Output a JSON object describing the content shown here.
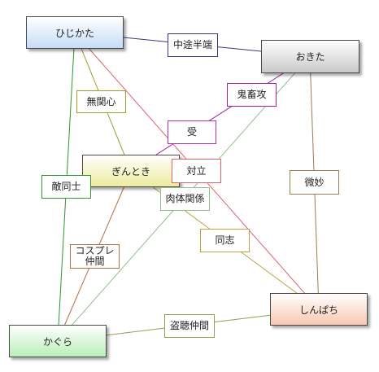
{
  "nodes": {
    "hijikata": "ひじかた",
    "okita": "おきた",
    "gintoki": "ぎんとき",
    "shinpachi": "しんぱち",
    "kagura": "かぐら"
  },
  "relations": {
    "chuto": "中途半端",
    "kichiku": "鬼畜攻",
    "mukan": "無関心",
    "ai": "受",
    "bimyo": "微妙",
    "tairitsu": "対立",
    "teki": "敵同士",
    "nikutai": "肉体関係",
    "doushi": "同志",
    "cosplay": "コスプレ仲間",
    "toucho": "盗聴仲間"
  },
  "colors": {
    "hijikata_okita": "#383880",
    "okita_gintoki": "#a020a0",
    "hijikata_gintoki": "#a0a030",
    "okita_shinpachi": "#a07a50",
    "hijikata_shinpachi": "#e06070",
    "hijikata_kagura": "#2e9a2e",
    "okita_kagura": "#90c090",
    "gintoki_shinpachi": "#c0a040",
    "gintoki_kagura": "#b07040",
    "kagura_shinpachi": "#90a050"
  }
}
